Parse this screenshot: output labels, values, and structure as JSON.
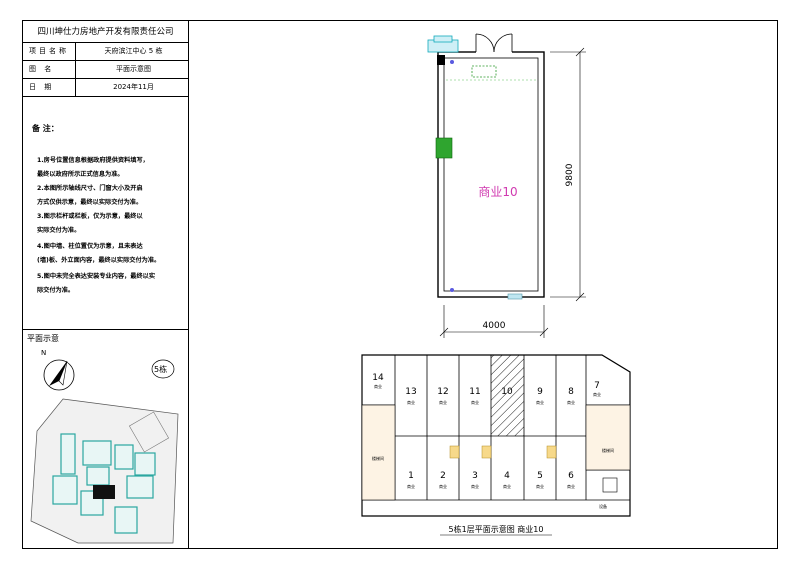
{
  "title_block": {
    "company": "四川坤仕力房地产开发有限责任公司",
    "rows": [
      {
        "label": "项目名称",
        "value": "天府滨江中心  5  栋"
      },
      {
        "label": "图    名",
        "value": "平面示意图"
      },
      {
        "label": "日    期",
        "value": "2024年11月"
      }
    ]
  },
  "notes": {
    "title": "备  注：",
    "lines": [
      "1.房号位置信息根据政府提供资料填写，",
      "   最终以政府所示正式信息为准。",
      "2.本图所示轴线尺寸、门窗大小及开启",
      "   方式仅供示意，最终以实际交付为准。",
      "3.图示栏杆或栏板，仅为示意，最终以",
      "   实际交付为准。",
      "4.图中墙、柱位置仅为示意，且未表达",
      "   (墙)板、外立面内容，最终以实际交付为准。",
      "5.图中未完全表达安装专业内容，最终以实",
      "   际交付为准。"
    ]
  },
  "plan_overview": {
    "caption": "平面示意",
    "north": "N",
    "building_tag": "5栋"
  },
  "unit_plan": {
    "unit_label": "商业10",
    "dim_width": "4000",
    "dim_depth": "9800"
  },
  "floor_plan": {
    "caption": "5栋1层平面示意图  商业10",
    "units": [
      "14",
      "13",
      "12",
      "11",
      "10",
      "9",
      "8",
      "7",
      "1",
      "2",
      "3",
      "4",
      "5",
      "6"
    ],
    "unit_tag": "商业",
    "misc_tag": "楼梯间",
    "misc_tag2": "卫生间",
    "corner_tag": "设备",
    "highlight": "10"
  }
}
